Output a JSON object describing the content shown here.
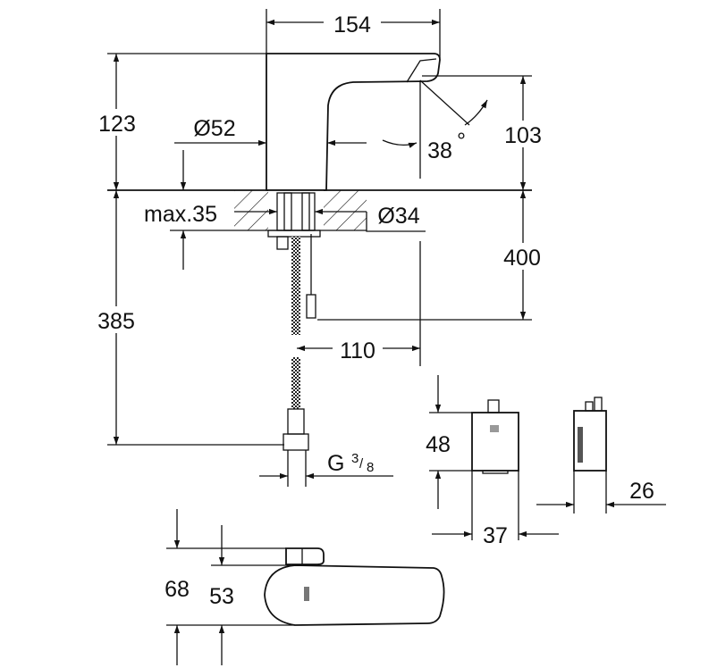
{
  "drawing": {
    "dimensions": {
      "width_top": "154",
      "height_body": "123",
      "diameter_body": "Ø52",
      "spout_angle": "38",
      "degree_symbol": "°",
      "height_spout": "103",
      "deck_thickness": "max.35",
      "diameter_hole": "Ø34",
      "height_below_deck": "400",
      "hose_length": "385",
      "offset": "110",
      "thread_prefix": "G",
      "thread_num": "3",
      "thread_den": "8",
      "box_height": "48",
      "box_width": "37",
      "box_depth": "26",
      "top_view_depth_total": "68",
      "top_view_depth": "53"
    },
    "colors": {
      "line": "#111111",
      "background": "#ffffff"
    }
  }
}
